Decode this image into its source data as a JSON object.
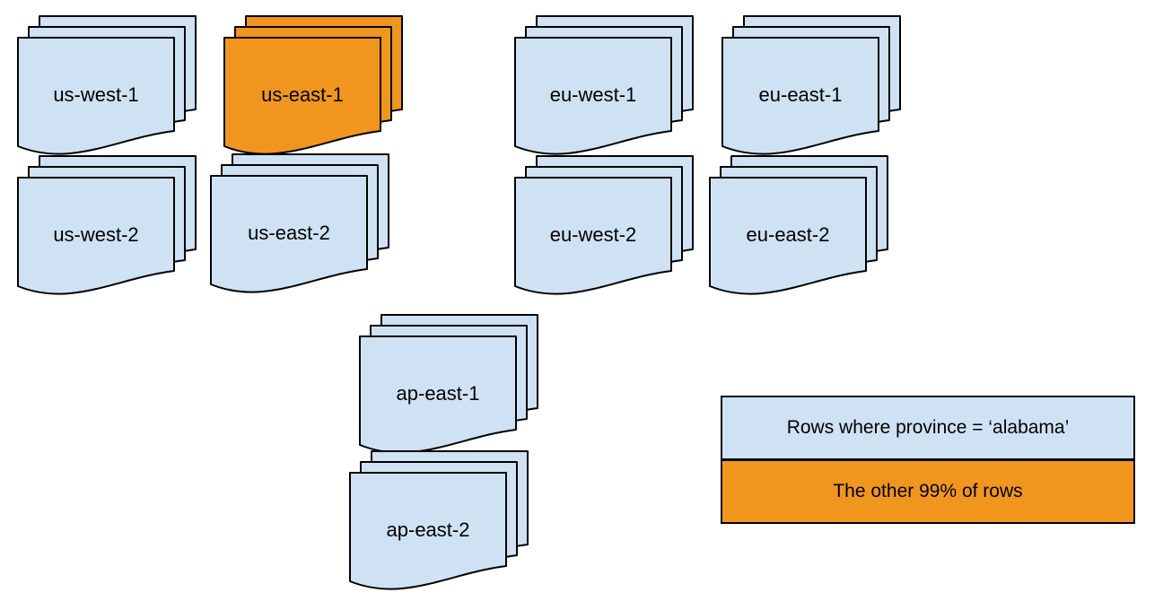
{
  "diagram": {
    "description": "Database rows distributed across cloud regions as stacks of documents",
    "stacks": [
      {
        "id": "us-west-1",
        "label": "us-west-1",
        "variant": "blue"
      },
      {
        "id": "us-east-1",
        "label": "us-east-1",
        "variant": "orange"
      },
      {
        "id": "eu-west-1",
        "label": "eu-west-1",
        "variant": "blue"
      },
      {
        "id": "eu-east-1",
        "label": "eu-east-1",
        "variant": "blue"
      },
      {
        "id": "us-west-2",
        "label": "us-west-2",
        "variant": "blue"
      },
      {
        "id": "us-east-2",
        "label": "us-east-2",
        "variant": "blue"
      },
      {
        "id": "eu-west-2",
        "label": "eu-west-2",
        "variant": "blue"
      },
      {
        "id": "eu-east-2",
        "label": "eu-east-2",
        "variant": "blue"
      },
      {
        "id": "ap-east-1",
        "label": "ap-east-1",
        "variant": "blue"
      },
      {
        "id": "ap-east-2",
        "label": "ap-east-2",
        "variant": "blue"
      }
    ],
    "legend": {
      "items": [
        {
          "label": "Rows where province = ‘alabama’",
          "variant": "blue"
        },
        {
          "label": "The other 99% of rows",
          "variant": "orange"
        }
      ]
    },
    "colors": {
      "region_fill_blue": "#cfe2f3",
      "highlight_orange": "#f0961e",
      "stroke": "#000000",
      "background": "#ffffff"
    }
  }
}
